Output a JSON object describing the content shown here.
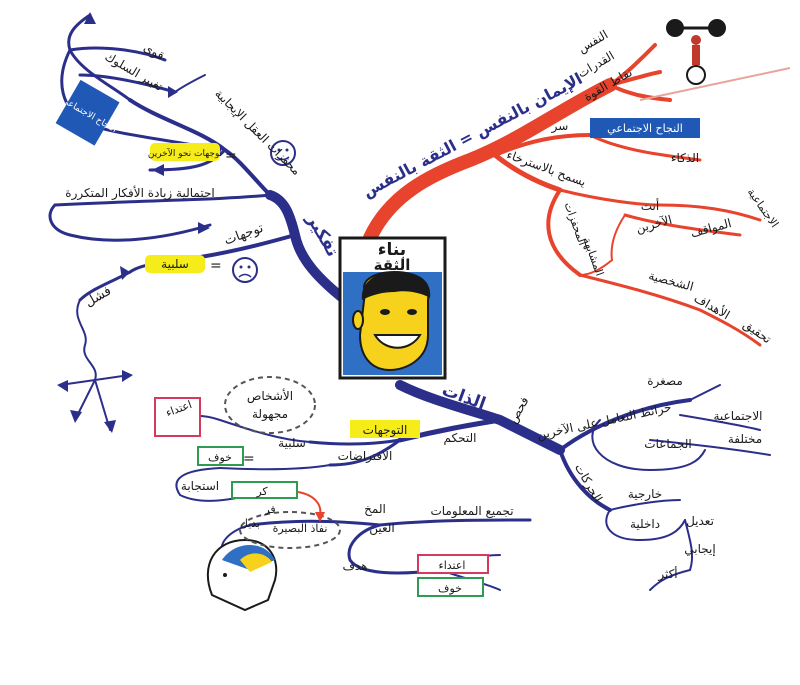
{
  "center": {
    "title_line1": "بناء",
    "title_line2": "الثقة"
  },
  "colors": {
    "red_branch": "#e8432d",
    "blue_branch": "#2b2f8a",
    "face_yellow": "#f7d21c",
    "highlight_yellow": "#f5ec1a",
    "banner_blue": "#1f58b5",
    "green_box": "#2e9b53",
    "pink_box": "#d43a5e"
  },
  "red_branch": {
    "main": "الإيمان بالنفس = الثقة بالنفس",
    "self": "النفس",
    "abilities": "القدرات",
    "strengths": "نقاط القوة",
    "secret": "سر",
    "social_success": "النجاح الاجتماعي",
    "intelligence": "الذكاء",
    "allow_relax": "يسمح بالاسترخاء",
    "you": "أنت",
    "others": "الآخرين",
    "situations": "المواقف",
    "social": "الاجتماعية",
    "stimuli": "المحفزات",
    "similar": "المشابهة",
    "personal": "الشخصية",
    "goals": "الأهداف",
    "achieve": "تحقيق"
  },
  "thinking_branch": {
    "main": "تفكير",
    "behavior_change": "تغيير السلوك",
    "strength": "قوى",
    "positive_mind_stimuli": "محفزات العقل الإيجابية",
    "social_success_banner": "النجاح الاجتماعي",
    "toward_others": "توجهات نحو الآخرين",
    "repeated_thoughts": "احتمالية زيادة الأفكار المتكررة",
    "attitudes": "توجهات",
    "negative": "سلبية",
    "failure": "فشل"
  },
  "self_branch": {
    "main": "الذات",
    "examination": "فحص",
    "small": "مصغرة",
    "map_dealing_others": "خرائط التعامل على الآخرين",
    "social": "الاجتماعية",
    "different": "مختلفة",
    "groups": "الجماعات",
    "movements": "الحركات",
    "external": "خارجية",
    "internal": "داخلية",
    "adjust": "تعديل",
    "positive": "إيجابي",
    "more": "أكثر",
    "control": "التحكم",
    "attitudes_banner": "التوجهات",
    "assumptions": "الافتراضات",
    "persons": "الأشخاص",
    "unknown": "مجهولة",
    "aggression_top": "اعتداء",
    "negative": "سلبية",
    "fear_box": "خوف",
    "response": "استجابة",
    "fight": "كر",
    "flight": "فر",
    "alternative": "بديل",
    "insight": "نفاذ البصيرة",
    "info_gathering": "تجميع المعلومات",
    "brain": "المخ",
    "eye": "العين",
    "target": "هدف",
    "aggression_bottom": "اعتداء",
    "fear_bottom": "خوف"
  }
}
